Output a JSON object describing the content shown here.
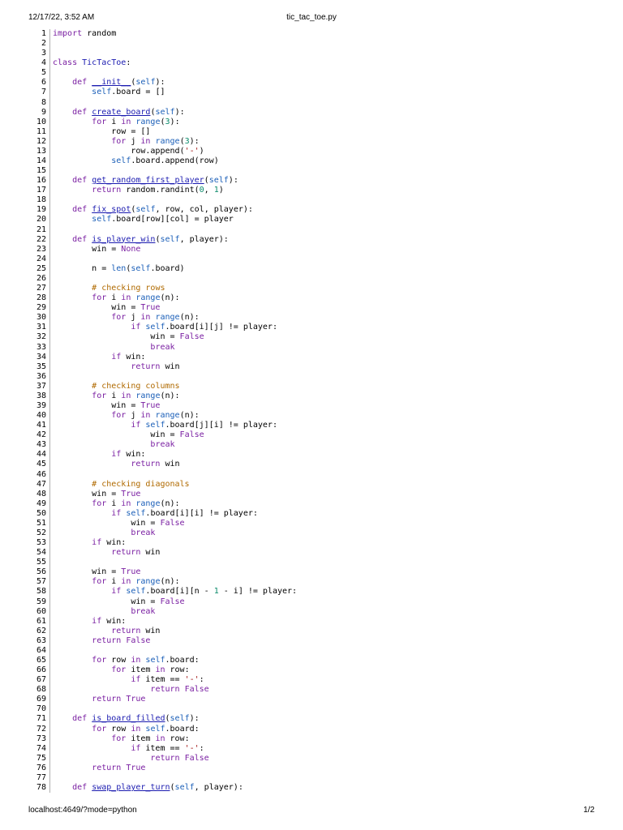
{
  "header": {
    "datetime": "12/17/22, 3:52 AM",
    "title": "tic_tac_toe.py"
  },
  "footer": {
    "url": "localhost:4649/?mode=python",
    "page": "1/2"
  },
  "lines": [
    {
      "n": "1",
      "segs": [
        [
          "kw",
          "import"
        ],
        [
          "t",
          " random"
        ]
      ]
    },
    {
      "n": "2",
      "segs": []
    },
    {
      "n": "3",
      "segs": []
    },
    {
      "n": "4",
      "segs": [
        [
          "kw",
          "class"
        ],
        [
          "t",
          " "
        ],
        [
          "cls",
          "TicTacToe"
        ],
        [
          "t",
          ":"
        ]
      ]
    },
    {
      "n": "5",
      "segs": []
    },
    {
      "n": "6",
      "segs": [
        [
          "t",
          "    "
        ],
        [
          "kw",
          "def"
        ],
        [
          "t",
          " "
        ],
        [
          "fn",
          "__init__"
        ],
        [
          "t",
          "("
        ],
        [
          "sf",
          "self"
        ],
        [
          "t",
          "):"
        ]
      ]
    },
    {
      "n": "7",
      "segs": [
        [
          "t",
          "        "
        ],
        [
          "sf",
          "self"
        ],
        [
          "t",
          ".board = []"
        ]
      ]
    },
    {
      "n": "8",
      "segs": []
    },
    {
      "n": "9",
      "segs": [
        [
          "t",
          "    "
        ],
        [
          "kw",
          "def"
        ],
        [
          "t",
          " "
        ],
        [
          "fn",
          "create_board"
        ],
        [
          "t",
          "("
        ],
        [
          "sf",
          "self"
        ],
        [
          "t",
          "):"
        ]
      ]
    },
    {
      "n": "10",
      "segs": [
        [
          "t",
          "        "
        ],
        [
          "kw",
          "for"
        ],
        [
          "t",
          " i "
        ],
        [
          "kw",
          "in"
        ],
        [
          "t",
          " "
        ],
        [
          "bi",
          "range"
        ],
        [
          "t",
          "("
        ],
        [
          "num",
          "3"
        ],
        [
          "t",
          "):"
        ]
      ]
    },
    {
      "n": "11",
      "segs": [
        [
          "t",
          "            row = []"
        ]
      ]
    },
    {
      "n": "12",
      "segs": [
        [
          "t",
          "            "
        ],
        [
          "kw",
          "for"
        ],
        [
          "t",
          " j "
        ],
        [
          "kw",
          "in"
        ],
        [
          "t",
          " "
        ],
        [
          "bi",
          "range"
        ],
        [
          "t",
          "("
        ],
        [
          "num",
          "3"
        ],
        [
          "t",
          "):"
        ]
      ]
    },
    {
      "n": "13",
      "segs": [
        [
          "t",
          "                row.append("
        ],
        [
          "str",
          "'-'"
        ],
        [
          "t",
          ")"
        ]
      ]
    },
    {
      "n": "14",
      "segs": [
        [
          "t",
          "            "
        ],
        [
          "sf",
          "self"
        ],
        [
          "t",
          ".board.append(row)"
        ]
      ]
    },
    {
      "n": "15",
      "segs": []
    },
    {
      "n": "16",
      "segs": [
        [
          "t",
          "    "
        ],
        [
          "kw",
          "def"
        ],
        [
          "t",
          " "
        ],
        [
          "fn",
          "get_random_first_player"
        ],
        [
          "t",
          "("
        ],
        [
          "sf",
          "self"
        ],
        [
          "t",
          "):"
        ]
      ]
    },
    {
      "n": "17",
      "segs": [
        [
          "t",
          "        "
        ],
        [
          "kw",
          "return"
        ],
        [
          "t",
          " random.randint("
        ],
        [
          "num",
          "0"
        ],
        [
          "t",
          ", "
        ],
        [
          "num",
          "1"
        ],
        [
          "t",
          ")"
        ]
      ]
    },
    {
      "n": "18",
      "segs": []
    },
    {
      "n": "19",
      "segs": [
        [
          "t",
          "    "
        ],
        [
          "kw",
          "def"
        ],
        [
          "t",
          " "
        ],
        [
          "fn",
          "fix_spot"
        ],
        [
          "t",
          "("
        ],
        [
          "sf",
          "self"
        ],
        [
          "t",
          ", row, col, player):"
        ]
      ]
    },
    {
      "n": "20",
      "segs": [
        [
          "t",
          "        "
        ],
        [
          "sf",
          "self"
        ],
        [
          "t",
          ".board[row][col] = player"
        ]
      ]
    },
    {
      "n": "21",
      "segs": []
    },
    {
      "n": "22",
      "segs": [
        [
          "t",
          "    "
        ],
        [
          "kw",
          "def"
        ],
        [
          "t",
          " "
        ],
        [
          "fn",
          "is_player_win"
        ],
        [
          "t",
          "("
        ],
        [
          "sf",
          "self"
        ],
        [
          "t",
          ", player):"
        ]
      ]
    },
    {
      "n": "23",
      "segs": [
        [
          "t",
          "        win = "
        ],
        [
          "const",
          "None"
        ]
      ]
    },
    {
      "n": "24",
      "segs": []
    },
    {
      "n": "25",
      "segs": [
        [
          "t",
          "        n = "
        ],
        [
          "bi",
          "len"
        ],
        [
          "t",
          "("
        ],
        [
          "sf",
          "self"
        ],
        [
          "t",
          ".board)"
        ]
      ]
    },
    {
      "n": "26",
      "segs": []
    },
    {
      "n": "27",
      "segs": [
        [
          "t",
          "        "
        ],
        [
          "cm",
          "# checking rows"
        ]
      ]
    },
    {
      "n": "28",
      "segs": [
        [
          "t",
          "        "
        ],
        [
          "kw",
          "for"
        ],
        [
          "t",
          " i "
        ],
        [
          "kw",
          "in"
        ],
        [
          "t",
          " "
        ],
        [
          "bi",
          "range"
        ],
        [
          "t",
          "(n):"
        ]
      ]
    },
    {
      "n": "29",
      "segs": [
        [
          "t",
          "            win = "
        ],
        [
          "const",
          "True"
        ]
      ]
    },
    {
      "n": "30",
      "segs": [
        [
          "t",
          "            "
        ],
        [
          "kw",
          "for"
        ],
        [
          "t",
          " j "
        ],
        [
          "kw",
          "in"
        ],
        [
          "t",
          " "
        ],
        [
          "bi",
          "range"
        ],
        [
          "t",
          "(n):"
        ]
      ]
    },
    {
      "n": "31",
      "segs": [
        [
          "t",
          "                "
        ],
        [
          "kw",
          "if"
        ],
        [
          "t",
          " "
        ],
        [
          "sf",
          "self"
        ],
        [
          "t",
          ".board[i][j] != player:"
        ]
      ]
    },
    {
      "n": "32",
      "segs": [
        [
          "t",
          "                    win = "
        ],
        [
          "const",
          "False"
        ]
      ]
    },
    {
      "n": "33",
      "segs": [
        [
          "t",
          "                    "
        ],
        [
          "kw",
          "break"
        ]
      ]
    },
    {
      "n": "34",
      "segs": [
        [
          "t",
          "            "
        ],
        [
          "kw",
          "if"
        ],
        [
          "t",
          " win:"
        ]
      ]
    },
    {
      "n": "35",
      "segs": [
        [
          "t",
          "                "
        ],
        [
          "kw",
          "return"
        ],
        [
          "t",
          " win"
        ]
      ]
    },
    {
      "n": "36",
      "segs": []
    },
    {
      "n": "37",
      "segs": [
        [
          "t",
          "        "
        ],
        [
          "cm",
          "# checking columns"
        ]
      ]
    },
    {
      "n": "38",
      "segs": [
        [
          "t",
          "        "
        ],
        [
          "kw",
          "for"
        ],
        [
          "t",
          " i "
        ],
        [
          "kw",
          "in"
        ],
        [
          "t",
          " "
        ],
        [
          "bi",
          "range"
        ],
        [
          "t",
          "(n):"
        ]
      ]
    },
    {
      "n": "39",
      "segs": [
        [
          "t",
          "            win = "
        ],
        [
          "const",
          "True"
        ]
      ]
    },
    {
      "n": "40",
      "segs": [
        [
          "t",
          "            "
        ],
        [
          "kw",
          "for"
        ],
        [
          "t",
          " j "
        ],
        [
          "kw",
          "in"
        ],
        [
          "t",
          " "
        ],
        [
          "bi",
          "range"
        ],
        [
          "t",
          "(n):"
        ]
      ]
    },
    {
      "n": "41",
      "segs": [
        [
          "t",
          "                "
        ],
        [
          "kw",
          "if"
        ],
        [
          "t",
          " "
        ],
        [
          "sf",
          "self"
        ],
        [
          "t",
          ".board[j][i] != player:"
        ]
      ]
    },
    {
      "n": "42",
      "segs": [
        [
          "t",
          "                    win = "
        ],
        [
          "const",
          "False"
        ]
      ]
    },
    {
      "n": "43",
      "segs": [
        [
          "t",
          "                    "
        ],
        [
          "kw",
          "break"
        ]
      ]
    },
    {
      "n": "44",
      "segs": [
        [
          "t",
          "            "
        ],
        [
          "kw",
          "if"
        ],
        [
          "t",
          " win:"
        ]
      ]
    },
    {
      "n": "45",
      "segs": [
        [
          "t",
          "                "
        ],
        [
          "kw",
          "return"
        ],
        [
          "t",
          " win"
        ]
      ]
    },
    {
      "n": "46",
      "segs": []
    },
    {
      "n": "47",
      "segs": [
        [
          "t",
          "        "
        ],
        [
          "cm",
          "# checking diagonals"
        ]
      ]
    },
    {
      "n": "48",
      "segs": [
        [
          "t",
          "        win = "
        ],
        [
          "const",
          "True"
        ]
      ]
    },
    {
      "n": "49",
      "segs": [
        [
          "t",
          "        "
        ],
        [
          "kw",
          "for"
        ],
        [
          "t",
          " i "
        ],
        [
          "kw",
          "in"
        ],
        [
          "t",
          " "
        ],
        [
          "bi",
          "range"
        ],
        [
          "t",
          "(n):"
        ]
      ]
    },
    {
      "n": "50",
      "segs": [
        [
          "t",
          "            "
        ],
        [
          "kw",
          "if"
        ],
        [
          "t",
          " "
        ],
        [
          "sf",
          "self"
        ],
        [
          "t",
          ".board[i][i] != player:"
        ]
      ]
    },
    {
      "n": "51",
      "segs": [
        [
          "t",
          "                win = "
        ],
        [
          "const",
          "False"
        ]
      ]
    },
    {
      "n": "52",
      "segs": [
        [
          "t",
          "                "
        ],
        [
          "kw",
          "break"
        ]
      ]
    },
    {
      "n": "53",
      "segs": [
        [
          "t",
          "        "
        ],
        [
          "kw",
          "if"
        ],
        [
          "t",
          " win:"
        ]
      ]
    },
    {
      "n": "54",
      "segs": [
        [
          "t",
          "            "
        ],
        [
          "kw",
          "return"
        ],
        [
          "t",
          " win"
        ]
      ]
    },
    {
      "n": "55",
      "segs": []
    },
    {
      "n": "56",
      "segs": [
        [
          "t",
          "        win = "
        ],
        [
          "const",
          "True"
        ]
      ]
    },
    {
      "n": "57",
      "segs": [
        [
          "t",
          "        "
        ],
        [
          "kw",
          "for"
        ],
        [
          "t",
          " i "
        ],
        [
          "kw",
          "in"
        ],
        [
          "t",
          " "
        ],
        [
          "bi",
          "range"
        ],
        [
          "t",
          "(n):"
        ]
      ]
    },
    {
      "n": "58",
      "segs": [
        [
          "t",
          "            "
        ],
        [
          "kw",
          "if"
        ],
        [
          "t",
          " "
        ],
        [
          "sf",
          "self"
        ],
        [
          "t",
          ".board[i][n - "
        ],
        [
          "num",
          "1"
        ],
        [
          "t",
          " - i] != player:"
        ]
      ]
    },
    {
      "n": "59",
      "segs": [
        [
          "t",
          "                win = "
        ],
        [
          "const",
          "False"
        ]
      ]
    },
    {
      "n": "60",
      "segs": [
        [
          "t",
          "                "
        ],
        [
          "kw",
          "break"
        ]
      ]
    },
    {
      "n": "61",
      "segs": [
        [
          "t",
          "        "
        ],
        [
          "kw",
          "if"
        ],
        [
          "t",
          " win:"
        ]
      ]
    },
    {
      "n": "62",
      "segs": [
        [
          "t",
          "            "
        ],
        [
          "kw",
          "return"
        ],
        [
          "t",
          " win"
        ]
      ]
    },
    {
      "n": "63",
      "segs": [
        [
          "t",
          "        "
        ],
        [
          "kw",
          "return"
        ],
        [
          "t",
          " "
        ],
        [
          "const",
          "False"
        ]
      ]
    },
    {
      "n": "64",
      "segs": []
    },
    {
      "n": "65",
      "segs": [
        [
          "t",
          "        "
        ],
        [
          "kw",
          "for"
        ],
        [
          "t",
          " row "
        ],
        [
          "kw",
          "in"
        ],
        [
          "t",
          " "
        ],
        [
          "sf",
          "self"
        ],
        [
          "t",
          ".board:"
        ]
      ]
    },
    {
      "n": "66",
      "segs": [
        [
          "t",
          "            "
        ],
        [
          "kw",
          "for"
        ],
        [
          "t",
          " item "
        ],
        [
          "kw",
          "in"
        ],
        [
          "t",
          " row:"
        ]
      ]
    },
    {
      "n": "67",
      "segs": [
        [
          "t",
          "                "
        ],
        [
          "kw",
          "if"
        ],
        [
          "t",
          " item == "
        ],
        [
          "str",
          "'-'"
        ],
        [
          "t",
          ":"
        ]
      ]
    },
    {
      "n": "68",
      "segs": [
        [
          "t",
          "                    "
        ],
        [
          "kw",
          "return"
        ],
        [
          "t",
          " "
        ],
        [
          "const",
          "False"
        ]
      ]
    },
    {
      "n": "69",
      "segs": [
        [
          "t",
          "        "
        ],
        [
          "kw",
          "return"
        ],
        [
          "t",
          " "
        ],
        [
          "const",
          "True"
        ]
      ]
    },
    {
      "n": "70",
      "segs": []
    },
    {
      "n": "71",
      "segs": [
        [
          "t",
          "    "
        ],
        [
          "kw",
          "def"
        ],
        [
          "t",
          " "
        ],
        [
          "fn",
          "is_board_filled"
        ],
        [
          "t",
          "("
        ],
        [
          "sf",
          "self"
        ],
        [
          "t",
          "):"
        ]
      ]
    },
    {
      "n": "72",
      "segs": [
        [
          "t",
          "        "
        ],
        [
          "kw",
          "for"
        ],
        [
          "t",
          " row "
        ],
        [
          "kw",
          "in"
        ],
        [
          "t",
          " "
        ],
        [
          "sf",
          "self"
        ],
        [
          "t",
          ".board:"
        ]
      ]
    },
    {
      "n": "73",
      "segs": [
        [
          "t",
          "            "
        ],
        [
          "kw",
          "for"
        ],
        [
          "t",
          " item "
        ],
        [
          "kw",
          "in"
        ],
        [
          "t",
          " row:"
        ]
      ]
    },
    {
      "n": "74",
      "segs": [
        [
          "t",
          "                "
        ],
        [
          "kw",
          "if"
        ],
        [
          "t",
          " item == "
        ],
        [
          "str",
          "'-'"
        ],
        [
          "t",
          ":"
        ]
      ]
    },
    {
      "n": "75",
      "segs": [
        [
          "t",
          "                    "
        ],
        [
          "kw",
          "return"
        ],
        [
          "t",
          " "
        ],
        [
          "const",
          "False"
        ]
      ]
    },
    {
      "n": "76",
      "segs": [
        [
          "t",
          "        "
        ],
        [
          "kw",
          "return"
        ],
        [
          "t",
          " "
        ],
        [
          "const",
          "True"
        ]
      ]
    },
    {
      "n": "77",
      "segs": []
    },
    {
      "n": "78",
      "segs": [
        [
          "t",
          "    "
        ],
        [
          "kw",
          "def"
        ],
        [
          "t",
          " "
        ],
        [
          "fn",
          "swap_player_turn"
        ],
        [
          "t",
          "("
        ],
        [
          "sf",
          "self"
        ],
        [
          "t",
          ", player):"
        ]
      ]
    }
  ]
}
